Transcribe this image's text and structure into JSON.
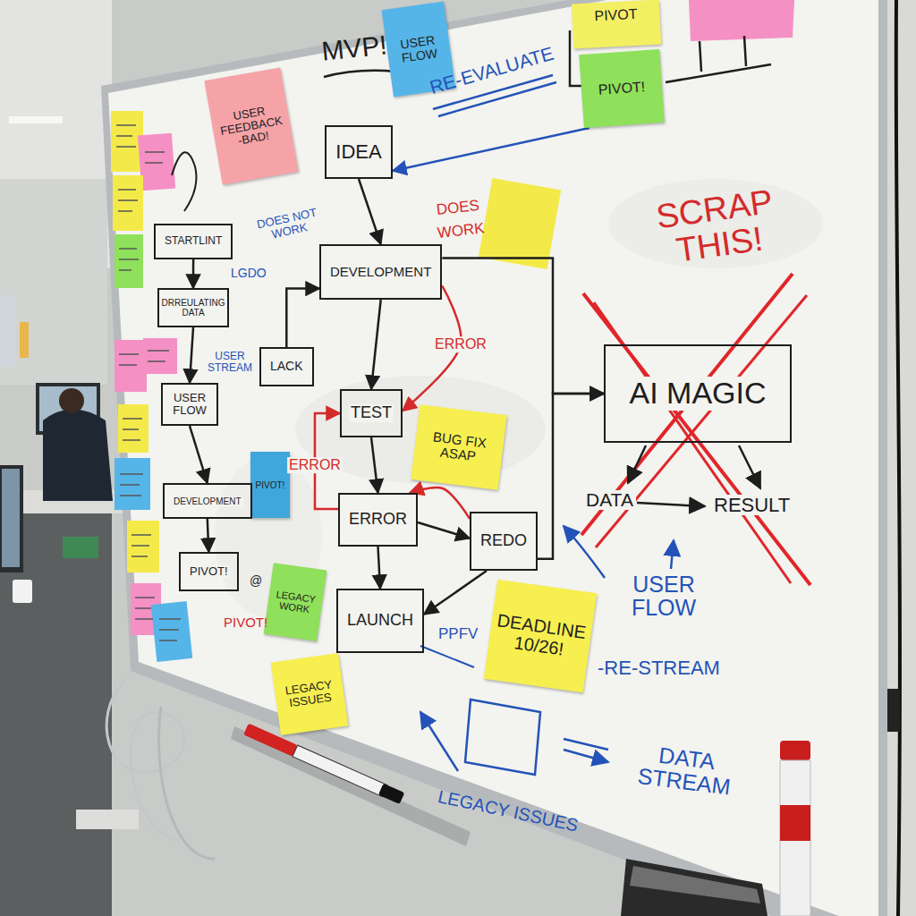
{
  "diagram": {
    "nodes": [
      {
        "text": [
          "USER FEEDBACK -BAD!"
        ]
      },
      {
        "text": [
          "USER FLOW"
        ]
      },
      {
        "text": [
          "PIVOT"
        ]
      },
      {
        "text": [
          "PIVOT!"
        ]
      },
      {
        "text": [
          "IDEA"
        ]
      },
      {
        "text": [
          "STARTLINT"
        ]
      },
      {
        "text": [
          "DRREULATING DATA"
        ]
      },
      {
        "text": [
          "DEVELOPMENT"
        ]
      },
      {
        "text": [
          "LACK"
        ]
      },
      {
        "text": [
          "USER FLOW"
        ]
      },
      {
        "text": [
          "TEST"
        ]
      },
      {
        "text": [
          "AI MAGIC"
        ]
      },
      {
        "text": [
          "BUG FIX ASAP"
        ]
      },
      {
        "text": [
          "PIVOT!"
        ]
      },
      {
        "text": [
          "DEVELOPMENT"
        ]
      },
      {
        "text": [
          "ERROR"
        ]
      },
      {
        "text": [
          "REDO"
        ]
      },
      {
        "text": [
          "PIVOT!"
        ]
      },
      {
        "text": [
          "LEGACY WORK"
        ]
      },
      {
        "text": [
          "LAUNCH"
        ]
      },
      {
        "text": [
          "DEADLINE 10/26!"
        ]
      },
      {
        "text": [
          "LEGACY ISSUES"
        ]
      }
    ],
    "edges": [
      {
        "from": 4,
        "to": 7,
        "arrow": "to"
      },
      {
        "from": 7,
        "to": 10,
        "arrow": "to"
      },
      {
        "from": 7,
        "to": 10,
        "label": "ERROR",
        "arrow": "to"
      },
      {
        "from": 10,
        "to": 15,
        "arrow": "to"
      },
      {
        "from": 15,
        "to": 10,
        "label": "ERROR",
        "arrow": "to"
      },
      {
        "from": 15,
        "to": 19,
        "arrow": "to"
      },
      {
        "from": 15,
        "to": 16,
        "arrow": "to"
      },
      {
        "from": 16,
        "to": 15,
        "arrow": "to"
      },
      {
        "from": 16,
        "to": 19,
        "arrow": "to"
      },
      {
        "from": 8,
        "to": 7,
        "arrow": "to"
      },
      {
        "from": 7,
        "to": 11,
        "arrow": "to"
      },
      {
        "from": 16,
        "to": 11,
        "arrow": "to"
      },
      {
        "from": 3,
        "to": 4,
        "arrow": "to"
      },
      {
        "from": 5,
        "to": 6,
        "arrow": "to"
      },
      {
        "from": 6,
        "to": 9,
        "arrow": "to"
      },
      {
        "from": 9,
        "to": 14,
        "arrow": "to"
      },
      {
        "from": 14,
        "to": 17,
        "arrow": "to"
      }
    ],
    "labels": [
      "MVP!",
      "RE-EVALUATE",
      "DOES",
      "WORK",
      "DOES NOT WORK",
      "LGDO",
      "USER STREAM",
      "SCRAP THIS!",
      "DATA",
      "RESULT",
      "USER FLOW",
      "-RE-STREAM",
      "DATA STREAM",
      "LEGACY ISSUES",
      "PIVOT!",
      "PPFV",
      "@"
    ]
  }
}
